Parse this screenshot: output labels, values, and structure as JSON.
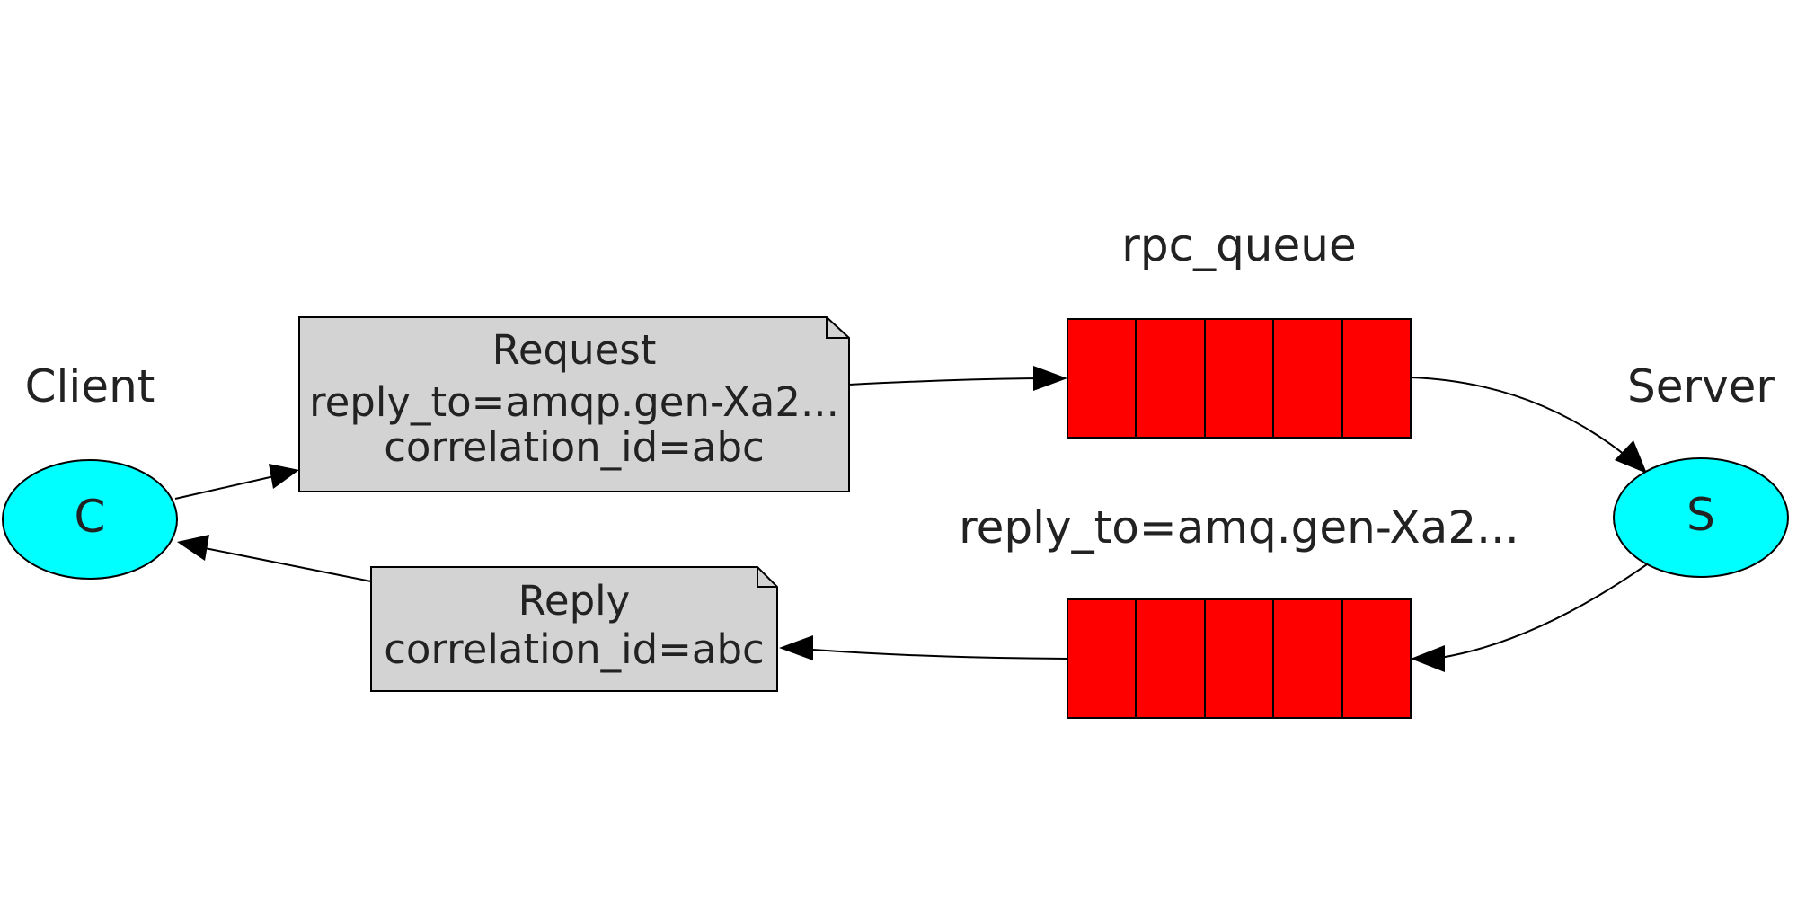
{
  "client": {
    "title": "Client",
    "node_letter": "C"
  },
  "server": {
    "title": "Server",
    "node_letter": "S"
  },
  "request_queue": {
    "title": "rpc_queue",
    "slots": 5
  },
  "reply_queue": {
    "title": "reply_to=amq.gen-Xa2..."
  },
  "request_message": {
    "line1": "Request",
    "line2": "reply_to=amqp.gen-Xa2...",
    "line3": "correlation_id=abc"
  },
  "reply_message": {
    "line1": "Reply",
    "line2": "correlation_id=abc"
  },
  "colors": {
    "node_fill": "#00ffff",
    "queue_fill": "#ff0000",
    "message_fill": "#d3d3d3",
    "stroke": "#000000"
  }
}
